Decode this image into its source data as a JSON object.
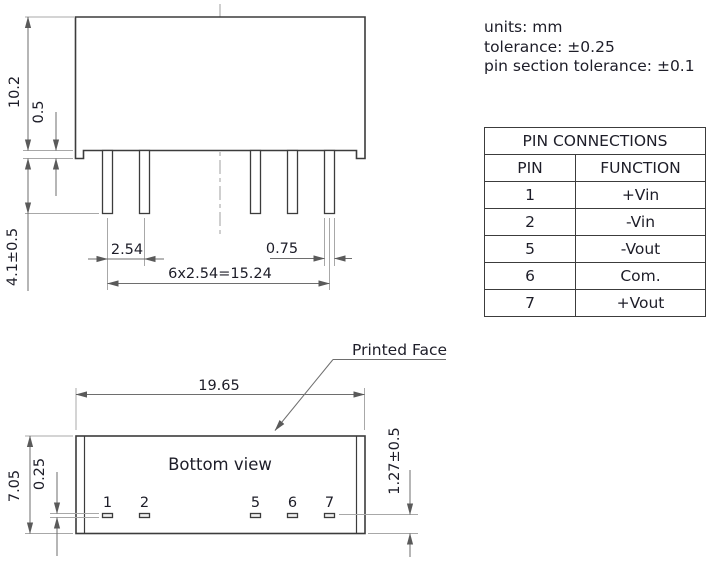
{
  "notes": {
    "units": "units: mm",
    "tolerance": "tolerance: ±0.25",
    "pin_tolerance": "pin section tolerance: ±0.1"
  },
  "pin_table": {
    "title": "PIN CONNECTIONS",
    "columns": [
      "PIN",
      "FUNCTION"
    ],
    "rows": [
      {
        "pin": "1",
        "function": "+Vin"
      },
      {
        "pin": "2",
        "function": "-Vin"
      },
      {
        "pin": "5",
        "function": "-Vout"
      },
      {
        "pin": "6",
        "function": "Com."
      },
      {
        "pin": "7",
        "function": "+Vout"
      }
    ]
  },
  "side_view": {
    "dim_body_height": "10.2",
    "dim_standoff": "0.5",
    "dim_pin_length": "4.1±0.5",
    "dim_pin_pitch": "2.54",
    "dim_pin_width": "0.75",
    "dim_pin_span": "6x2.54=15.24"
  },
  "bottom_view": {
    "label": "Bottom view",
    "printed_face_label": "Printed Face",
    "dim_body_length": "19.65",
    "dim_body_width": "7.05",
    "dim_pad_thickness": "0.25",
    "dim_pad_offset": "1.27±0.5",
    "pin_numbers": [
      "1",
      "2",
      "5",
      "6",
      "7"
    ]
  },
  "colors": {
    "outline": "#3c3c3c",
    "dimension_line": "#6e6e6e",
    "extension_line": "#a8a8a8",
    "text": "#1d1d28"
  }
}
